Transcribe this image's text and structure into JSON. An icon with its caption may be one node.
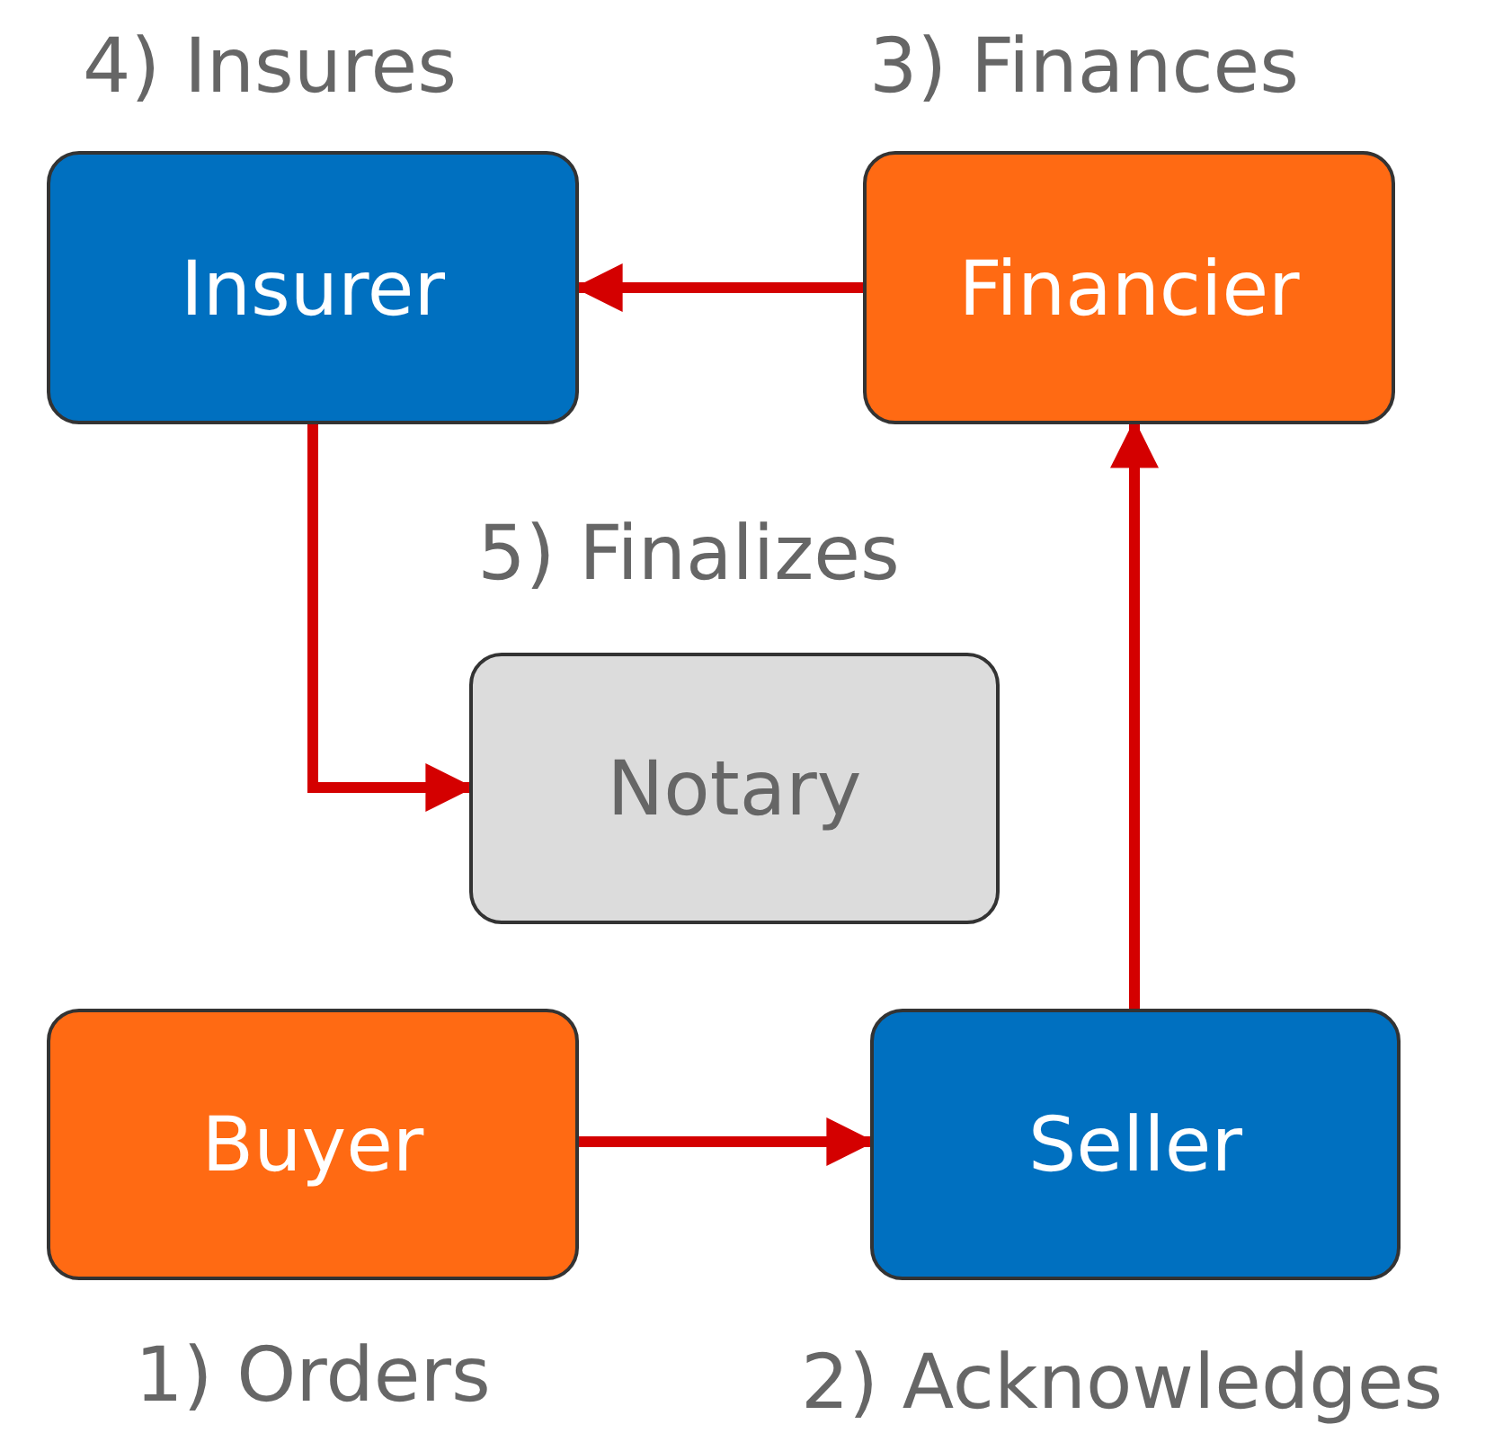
{
  "diagram": {
    "nodes": [
      {
        "text": [
          "Insurer"
        ],
        "beside": [
          "4) Insures"
        ]
      },
      {
        "text": [
          "Financier"
        ],
        "beside": [
          "3) Finances"
        ]
      },
      {
        "text": [
          "Notary"
        ],
        "beside": [
          "5) Finalizes"
        ]
      },
      {
        "text": [
          "Buyer"
        ],
        "beside": [
          "1) Orders"
        ]
      },
      {
        "text": [
          "Seller"
        ],
        "beside": [
          "2) Acknowledges"
        ]
      }
    ],
    "edges": [
      {
        "from": 1,
        "to": 0,
        "arrow": "to"
      },
      {
        "from": 0,
        "to": 2,
        "arrow": "to"
      },
      {
        "from": 3,
        "to": 4,
        "arrow": "to"
      },
      {
        "from": 4,
        "to": 1,
        "arrow": "to"
      }
    ]
  }
}
